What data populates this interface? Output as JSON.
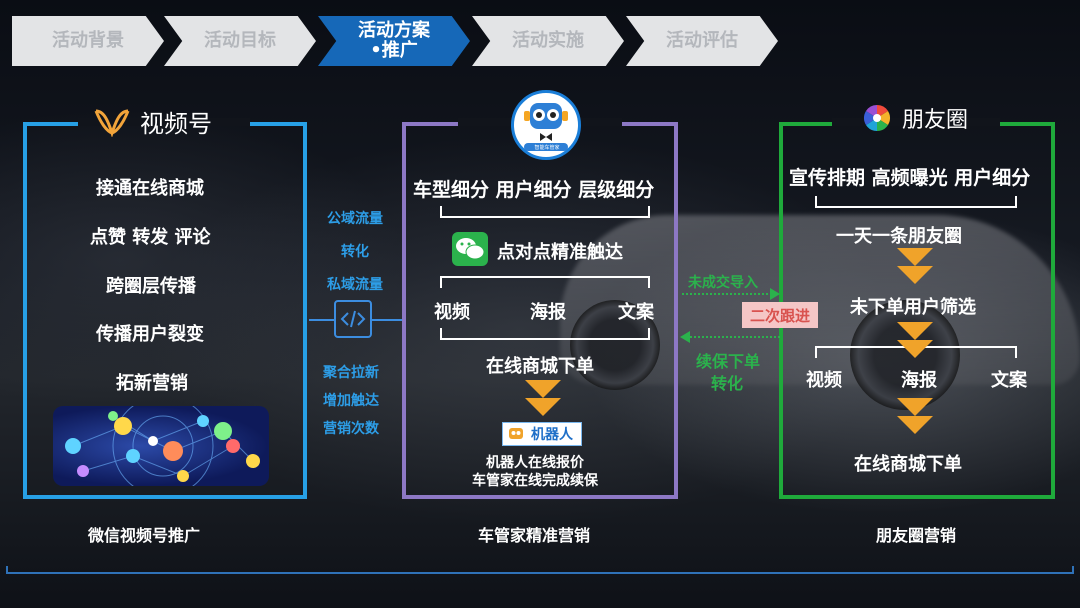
{
  "steps": [
    {
      "label": "活动背景"
    },
    {
      "label": "活动目标"
    },
    {
      "label_line1": "活动方案",
      "label_line2": "•推广"
    },
    {
      "label": "活动实施"
    },
    {
      "label": "活动评估"
    }
  ],
  "left": {
    "title": "视频号",
    "items": [
      "接通在线商城",
      "点赞 转发 评论",
      "跨圈层传播",
      "传播用户裂变",
      "拓新营销"
    ],
    "caption": "微信视频号推广"
  },
  "middle": {
    "robot_badge": "智能车管家",
    "segments": "车型细分 用户细分 层级细分",
    "wechat_line": "点对点精准触达",
    "channels": [
      "视频",
      "海报",
      "文案"
    ],
    "order": "在线商城下单",
    "robot_label": "机器人",
    "robot_desc_1": "机器人在线报价",
    "robot_desc_2": "车管家在线完成续保",
    "caption": "车管家精准营销"
  },
  "right": {
    "title": "朋友圈",
    "top_line": "宣传排期 高频曝光 用户细分",
    "daily": "一天一条朋友圈",
    "filter": "未下单用户筛选",
    "channels": [
      "视频",
      "海报",
      "文案"
    ],
    "order": "在线商城下单",
    "caption": "朋友圈营销"
  },
  "link_left": {
    "top": [
      "公域流量",
      "转化",
      "私域流量"
    ],
    "bottom": [
      "聚合拉新",
      "增加触达",
      "营销次数"
    ]
  },
  "link_right": {
    "import_label": "未成交导入",
    "follow_label": "二次跟进",
    "renew_1": "续保下单",
    "renew_2": "转化"
  },
  "colors": {
    "blue": "#27a0e6",
    "purple": "#8d78c5",
    "green": "#1faa3b",
    "arrow": "#f0a32a",
    "active_step": "#1668b8"
  }
}
